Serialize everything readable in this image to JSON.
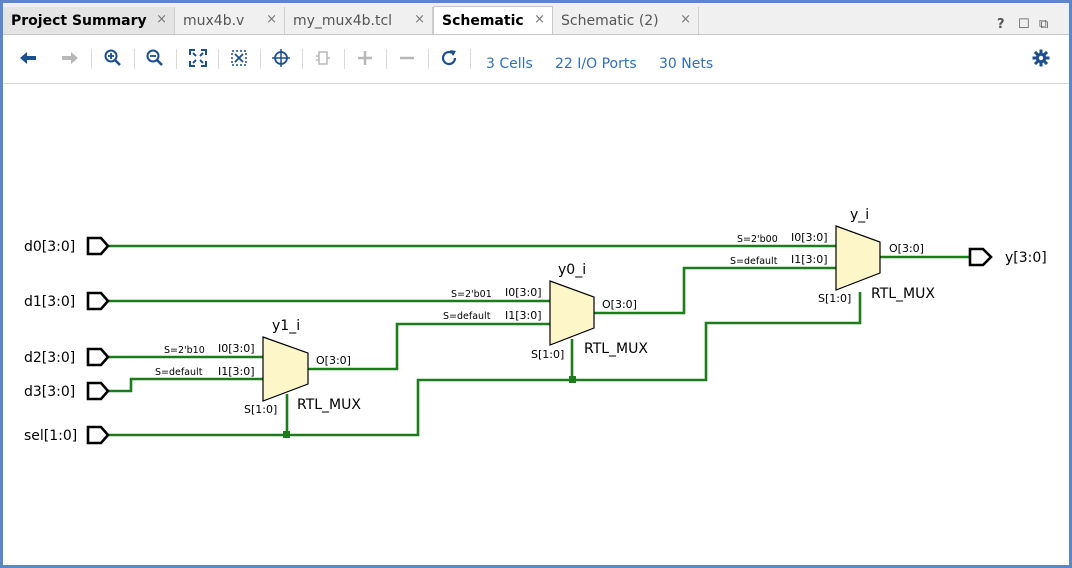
{
  "tabs": [
    {
      "label": "Project Summary",
      "close": "×"
    },
    {
      "label": "mux4b.v",
      "close": "×"
    },
    {
      "label": "my_mux4b.tcl",
      "close": "×"
    },
    {
      "label": "Schematic",
      "close": "×"
    },
    {
      "label": "Schematic (2)",
      "close": "×"
    }
  ],
  "window_buttons": {
    "help": "?",
    "restore": "☐",
    "float": "⧉"
  },
  "toolbar": {
    "icons": [
      "back-icon",
      "forward-icon",
      "zoom-in-icon",
      "zoom-out-icon",
      "zoom-fit-icon",
      "fit-selection-icon",
      "select-area-icon",
      "cell-icon",
      "expand-icon",
      "collapse-icon",
      "refresh-icon"
    ],
    "cells_link": "3 Cells",
    "ports_link": "22 I/O Ports",
    "nets_link": "30 Nets",
    "settings_icon": "gear-icon"
  },
  "colors": {
    "wire": "#1d7d1d",
    "mux_fill": "#fdf6c8",
    "link": "#2f6fc2",
    "accent": "#1b4f8f",
    "frame": "#5b86c9"
  },
  "schematic": {
    "inputs": [
      "d0[3:0]",
      "d1[3:0]",
      "d2[3:0]",
      "d3[3:0]",
      "sel[1:0]"
    ],
    "output": "y[3:0]",
    "cells": [
      {
        "name": "y1_i",
        "type": "RTL_MUX",
        "i0": "I0[3:0]",
        "i1": "I1[3:0]",
        "s": "S[1:0]",
        "o": "O[3:0]",
        "s_i0": "S=2'b10",
        "s_i1": "S=default"
      },
      {
        "name": "y0_i",
        "type": "RTL_MUX",
        "i0": "I0[3:0]",
        "i1": "I1[3:0]",
        "s": "S[1:0]",
        "o": "O[3:0]",
        "s_i0": "S=2'b01",
        "s_i1": "S=default"
      },
      {
        "name": "y_i",
        "type": "RTL_MUX",
        "i0": "I0[3:0]",
        "i1": "I1[3:0]",
        "s": "S[1:0]",
        "o": "O[3:0]",
        "s_i0": "S=2'b00",
        "s_i1": "S=default"
      }
    ]
  }
}
